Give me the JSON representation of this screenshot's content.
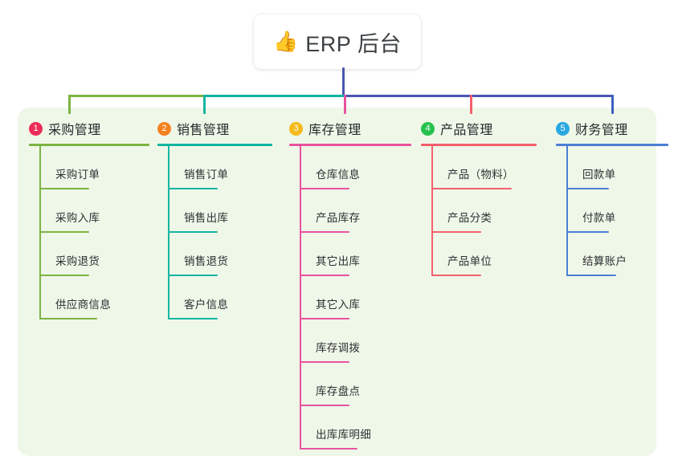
{
  "diagram": {
    "type": "mind-map",
    "root": {
      "icon": "thumbs-up-emoji",
      "icon_glyph": "👍",
      "title": "ERP 后台"
    },
    "panel": {
      "background": "#eff7e9"
    },
    "connector": {
      "stem_color": "#4a56b5",
      "segments": [
        {
          "name": "segment-green",
          "color": "#7cb342"
        },
        {
          "name": "segment-teal",
          "color": "#12b5a0"
        },
        {
          "name": "segment-blue",
          "color": "#4a56b5"
        }
      ]
    },
    "branches": [
      {
        "index": "1",
        "badge_color": "#ec2d58",
        "line_color": "#7cb342",
        "drop_color": "#7cb342",
        "title": "采购管理",
        "items": [
          "采购订单",
          "采购入库",
          "采购退货",
          "供应商信息"
        ]
      },
      {
        "index": "2",
        "badge_color": "#f58220",
        "line_color": "#12b5a0",
        "drop_color": "#12b5a0",
        "title": "销售管理",
        "items": [
          "销售订单",
          "销售出库",
          "销售退货",
          "客户信息"
        ]
      },
      {
        "index": "3",
        "badge_color": "#f5b91a",
        "line_color": "#e8539e",
        "drop_color": "#e8539e",
        "title": "库存管理",
        "items": [
          "仓库信息",
          "产品库存",
          "其它出库",
          "其它入库",
          "库存调拨",
          "库存盘点",
          "出库库明细"
        ]
      },
      {
        "index": "4",
        "badge_color": "#27c24c",
        "line_color": "#f4606c",
        "drop_color": "#f4606c",
        "title": "产品管理",
        "items": [
          "产品（物料）",
          "产品分类",
          "产品单位"
        ]
      },
      {
        "index": "5",
        "badge_color": "#29a8e0",
        "line_color": "#4a7fd4",
        "drop_color": "#3a5fc0",
        "title": "财务管理",
        "items": [
          "回款单",
          "付款单",
          "结算账户"
        ]
      }
    ]
  }
}
